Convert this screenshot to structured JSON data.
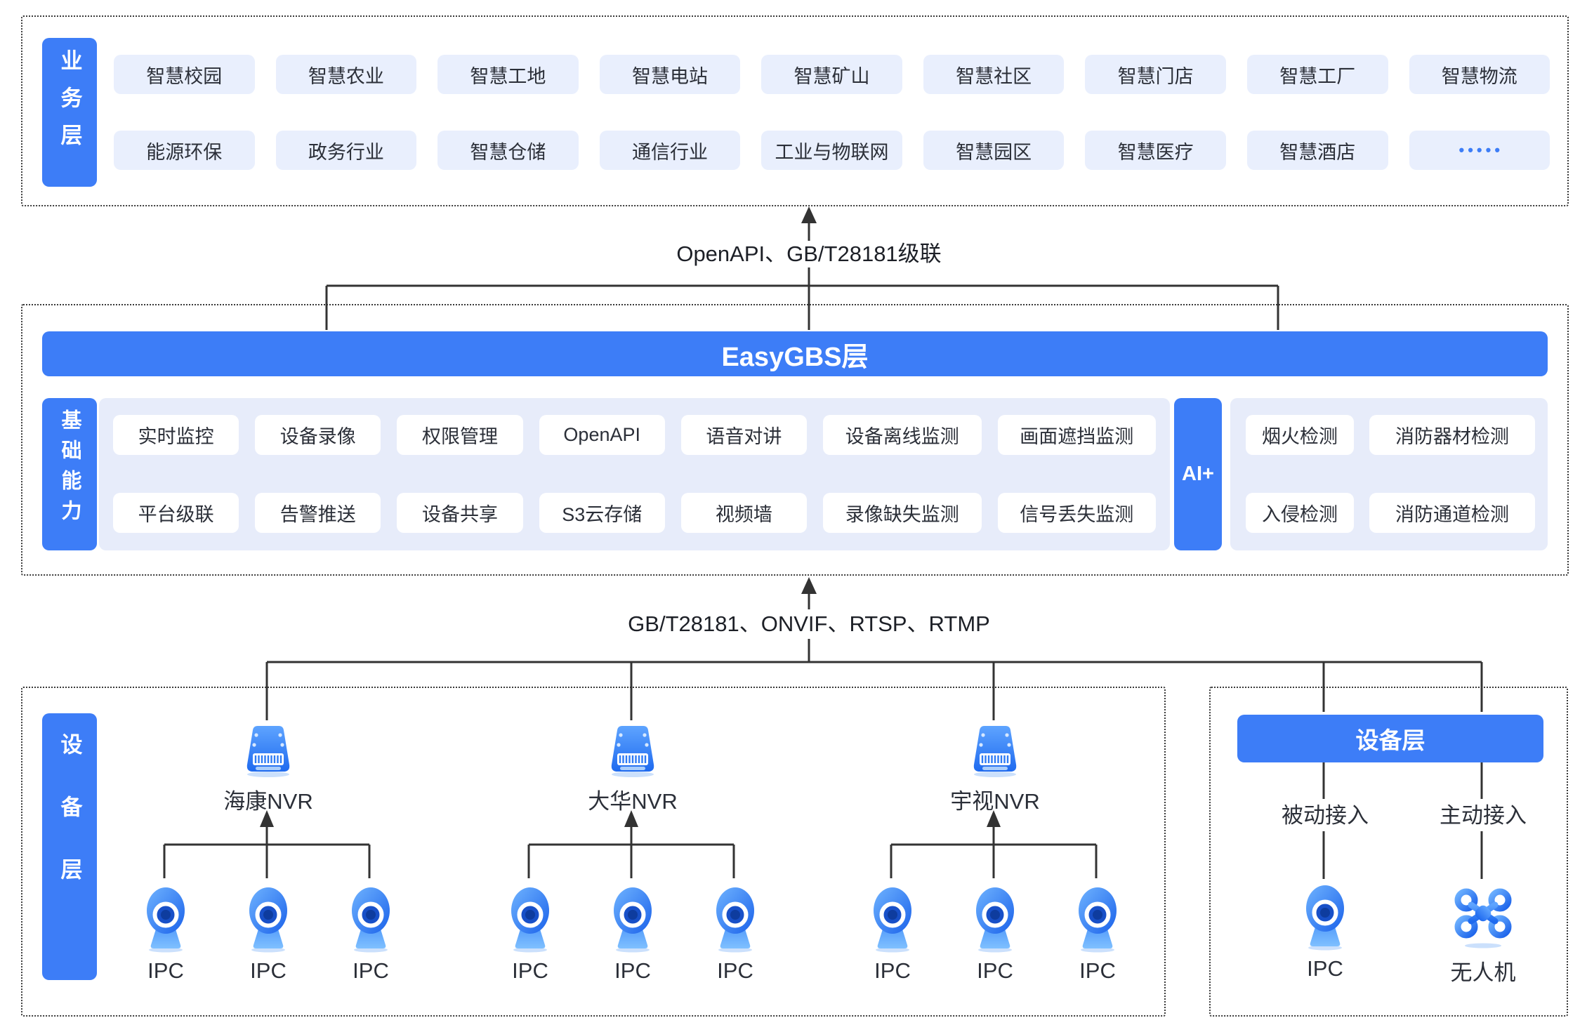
{
  "colors": {
    "accent": "#3D7DF7",
    "chip_bg": "#E9EFFD",
    "panel_bg": "#E7ECFA",
    "line": "#333333",
    "text": "#2B2F38"
  },
  "icons": {
    "nvr": "nvr-recorder-icon",
    "ipc": "ipc-camera-icon",
    "drone": "drone-icon",
    "more": "ellipsis-dots-icon"
  },
  "business": {
    "layer_label": "业务层",
    "row1": [
      "智慧校园",
      "智慧农业",
      "智慧工地",
      "智慧电站",
      "智慧矿山",
      "智慧社区",
      "智慧门店",
      "智慧工厂",
      "智慧物流"
    ],
    "row2": [
      "能源环保",
      "政务行业",
      "智慧仓储",
      "通信行业",
      "工业与物联网",
      "智慧园区",
      "智慧医疗",
      "智慧酒店"
    ],
    "more_dots": "•••••"
  },
  "connectors": {
    "top_label": "OpenAPI、GB/T28181级联",
    "bottom_label": "GB/T28181、ONVIF、RTSP、RTMP"
  },
  "core": {
    "title": "EasyGBS层",
    "layer_label": "基础能力",
    "row1": [
      "实时监控",
      "设备录像",
      "权限管理",
      "OpenAPI",
      "语音对讲",
      "设备离线监测",
      "画面遮挡监测"
    ],
    "row2": [
      "平台级联",
      "告警推送",
      "设备共享",
      "S3云存储",
      "视频墙",
      "录像缺失监测",
      "信号丢失监测"
    ],
    "ai_label": "AI+",
    "ai_row1": [
      "烟火检测",
      "消防器材检测"
    ],
    "ai_row2": [
      "入侵检测",
      "消防通道检测"
    ]
  },
  "devices": {
    "layer_label": "设备层",
    "groups": [
      {
        "name": "海康NVR",
        "ipc": [
          "IPC",
          "IPC",
          "IPC"
        ]
      },
      {
        "name": "大华NVR",
        "ipc": [
          "IPC",
          "IPC",
          "IPC"
        ]
      },
      {
        "name": "宇视NVR",
        "ipc": [
          "IPC",
          "IPC",
          "IPC"
        ]
      }
    ]
  },
  "access": {
    "title": "设备层",
    "passive_label": "被动接入",
    "active_label": "主动接入",
    "passive_device": "IPC",
    "active_device": "无人机"
  }
}
